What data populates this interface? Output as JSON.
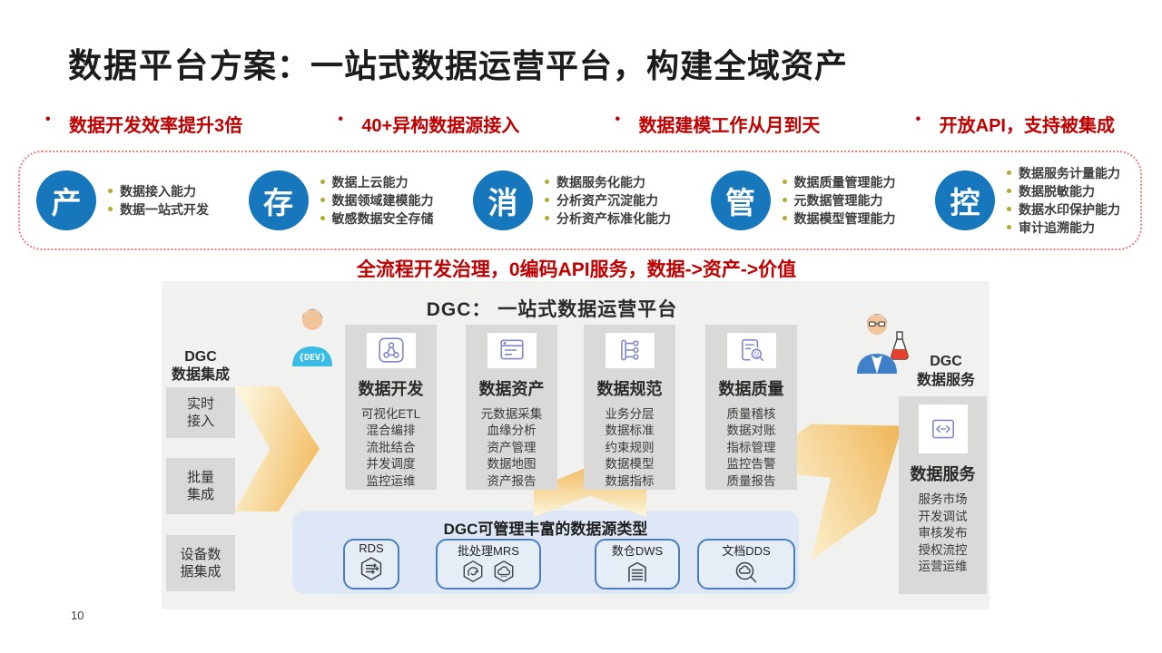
{
  "title": {
    "prefix": "数据平台",
    "main": "方案：一站式数据运营平台，构建全域资产"
  },
  "highlights": [
    "数据开发效率提升3倍",
    "40+异构数据源接入",
    "数据建模工作从月到天",
    "开放API，支持被集成"
  ],
  "capabilities": [
    {
      "letter": "产",
      "points": [
        "数据接入能力",
        "数据一站式开发"
      ]
    },
    {
      "letter": "存",
      "points": [
        "数据上云能力",
        "数据领域建模能力",
        "敏感数据安全存储"
      ]
    },
    {
      "letter": "消",
      "points": [
        "数据服务化能力",
        "分析资产沉淀能力",
        "分析资产标准化能力"
      ]
    },
    {
      "letter": "管",
      "points": [
        "数据质量管理能力",
        "元数据管理能力",
        "数据模型管理能力"
      ]
    },
    {
      "letter": "控",
      "points": [
        "数据服务计量能力",
        "数据脱敏能力",
        "数据水印保护能力",
        "审计追溯能力"
      ]
    }
  ],
  "banner": "全流程开发治理，0编码API服务，数据->资产->价值",
  "platform": {
    "title": "DGC： 一站式数据运营平台",
    "dev_tag": "{DEV}",
    "integration": {
      "label_line1": "DGC",
      "label_line2": "数据集成",
      "boxes": [
        {
          "line1": "实时",
          "line2": "接入"
        },
        {
          "line1": "批量",
          "line2": "集成"
        },
        {
          "line1": "设备数",
          "line2": "据集成"
        }
      ]
    },
    "columns": [
      {
        "name": "数据开发",
        "items": [
          "可视化ETL",
          "混合编排",
          "流批结合",
          "并发调度",
          "监控运维"
        ]
      },
      {
        "name": "数据资产",
        "items": [
          "元数据采集",
          "血缘分析",
          "资产管理",
          "数据地图",
          "资产报告"
        ]
      },
      {
        "name": "数据规范",
        "items": [
          "业务分层",
          "数据标准",
          "约束规则",
          "数据模型",
          "数据指标"
        ]
      },
      {
        "name": "数据质量",
        "items": [
          "质量稽核",
          "数据对账",
          "指标管理",
          "监控告警",
          "质量报告"
        ]
      }
    ],
    "service": {
      "label_line1": "DGC",
      "label_line2": "数据服务",
      "column": {
        "name": "数据服务",
        "items": [
          "服务市场",
          "开发调试",
          "审核发布",
          "授权流控",
          "运营运维"
        ]
      }
    },
    "datasources": {
      "title": "DGC可管理丰富的数据源类型",
      "items": [
        {
          "label": "RDS"
        },
        {
          "label": "批处理MRS"
        },
        {
          "label": "数仓DWS"
        },
        {
          "label": "文档DDS"
        }
      ]
    }
  },
  "page_number": "10",
  "colors": {
    "accent_red": "#bf0000",
    "circle_blue": "#1677bd",
    "bullet_olive": "#b5a92e",
    "panel_gray": "#f1f1ef",
    "column_gray": "#d9d9d8",
    "source_box_blue": "#dde7f5",
    "source_border_blue": "#4a7ebd",
    "icon_purple": "#8287c9",
    "arrow_orange": "#f0bc62"
  }
}
